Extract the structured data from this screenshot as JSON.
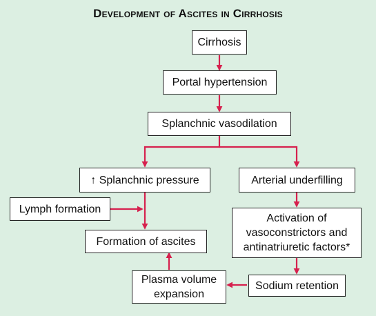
{
  "title": "Development of Ascites in Cirrhosis",
  "nodes": {
    "cirrhosis": "Cirrhosis",
    "portal_hypertension": "Portal hypertension",
    "splanchnic_vasodilation": "Splanchnic vasodilation",
    "splanchnic_pressure": "↑ Splanchnic pressure",
    "arterial_underfilling": "Arterial underfilling",
    "lymph_formation": "Lymph formation",
    "activation_lines": [
      "Activation of",
      "vasoconstrictors and",
      "antinatriuretic factors*"
    ],
    "formation_ascites": "Formation of ascites",
    "plasma_lines": [
      "Plasma volume",
      "expansion"
    ],
    "sodium_retention": "Sodium retention"
  },
  "colors": {
    "arrow": "#d6204e",
    "background": "#dcefe2",
    "box_border": "#222222"
  }
}
